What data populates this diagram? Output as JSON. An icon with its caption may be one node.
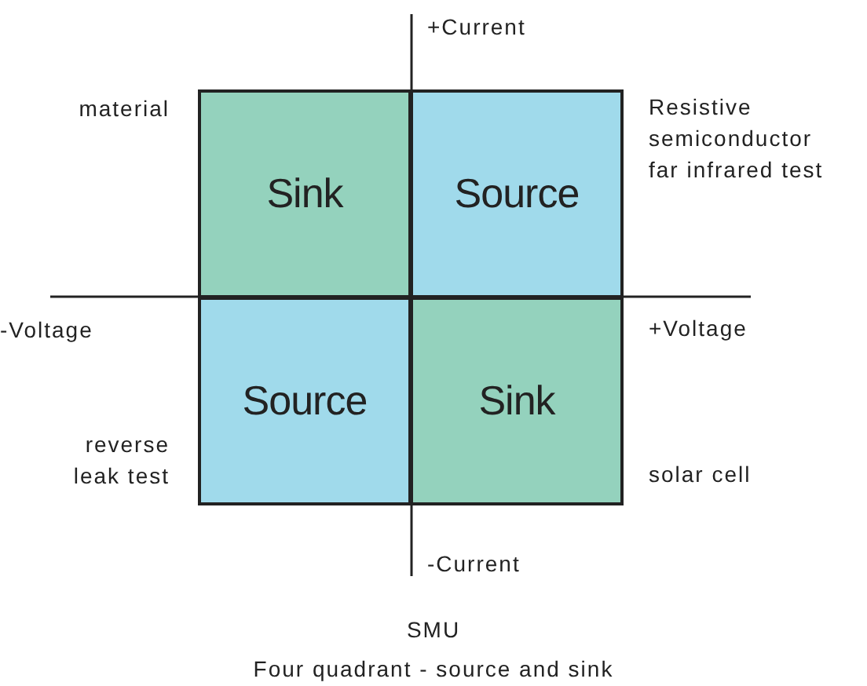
{
  "diagram": {
    "title": "SMU",
    "caption": "Four quadrant - source and sink",
    "nodes": [
      {
        "text": [
          "Sink"
        ]
      },
      {
        "text": [
          "Source"
        ]
      },
      {
        "text": [
          "Source"
        ]
      },
      {
        "text": [
          "Sink"
        ]
      }
    ],
    "labels": [
      "+Current",
      "material",
      "Resistive semiconductor far infrared test",
      "-Voltage",
      "+Voltage",
      "reverse leak test",
      "solar cell",
      "-Current"
    ]
  }
}
